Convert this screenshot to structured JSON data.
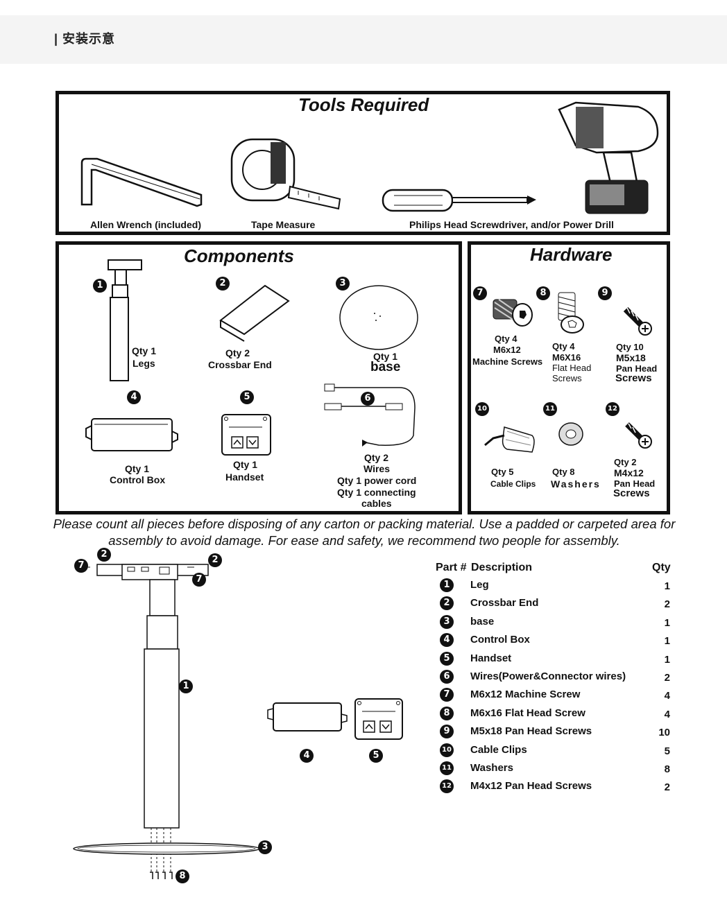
{
  "header": {
    "title": "| 安装示意"
  },
  "tools": {
    "title": "Tools Required",
    "allen": "Allen Wrench (included)",
    "tape": "Tape Measure",
    "driver": "Philips Head Screwdriver, and/or Power Drill"
  },
  "components": {
    "title": "Components",
    "leg": {
      "num": "1",
      "qty": "Qty 1",
      "name": "Legs"
    },
    "crossbar": {
      "num": "2",
      "qty": "Qty 2",
      "name": "Crossbar End"
    },
    "base": {
      "num": "3",
      "qty": "Qty  1",
      "name": "base"
    },
    "control": {
      "num": "4",
      "qty": "Qty 1",
      "name": "Control Box"
    },
    "handset": {
      "num": "5",
      "qty": "Qty 1",
      "name": "Handset"
    },
    "wires": {
      "num": "6",
      "qty": "Qty  2",
      "name": "Wires",
      "line1": "Qty 1 power cord",
      "line2": "Qty 1 connecting",
      "line3": "cables"
    }
  },
  "hardware": {
    "title": "Hardware",
    "h7": {
      "num": "7",
      "qty": "Qty  4",
      "size": "M6x12",
      "name": "Machine Screws"
    },
    "h8": {
      "num": "8",
      "qty": "Qty  4",
      "size": "M6X16",
      "name1": "Flat Head",
      "name2": "Screws"
    },
    "h9": {
      "num": "9",
      "qty": "Qty  10",
      "size": "M5x18",
      "name1": "Pan Head",
      "name2": "Screws"
    },
    "h10": {
      "num": "10",
      "qty": "Qty  5",
      "name": "Cable Clips"
    },
    "h11": {
      "num": "11",
      "qty": "Qty  8",
      "name": "Washers"
    },
    "h12": {
      "num": "12",
      "qty": "Qty  2",
      "size": "M4x12",
      "name1": "Pan Head",
      "name2": "Screws"
    }
  },
  "notice": "Please count all pieces before disposing of any carton or packing material. Use a padded or carpeted area for assembly to avoid damage. For ease and safety, we recommend two people for assembly.",
  "diagram": {
    "n1": "1",
    "n2a": "2",
    "n2b": "2",
    "n3": "3",
    "n4": "4",
    "n5": "5",
    "n7a": "7",
    "n7b": "7",
    "n8": "8"
  },
  "parts": {
    "head_part": "Part #",
    "head_desc": "Description",
    "head_qty": "Qty",
    "rows": [
      {
        "num": "1",
        "desc": "Leg",
        "qty": "1"
      },
      {
        "num": "2",
        "desc": "Crossbar End",
        "qty": "2"
      },
      {
        "num": "3",
        "desc": "base",
        "qty": "1"
      },
      {
        "num": "4",
        "desc": "Control Box",
        "qty": "1"
      },
      {
        "num": "5",
        "desc": "Handset",
        "qty": "1"
      },
      {
        "num": "6",
        "desc": "Wires(Power&Connector wires)",
        "qty": "2"
      },
      {
        "num": "7",
        "desc": "M6x12 Machine Screw",
        "qty": "4"
      },
      {
        "num": "8",
        "desc": "M6x16 Flat Head Screw",
        "qty": "4"
      },
      {
        "num": "9",
        "desc": "M5x18 Pan Head Screws",
        "qty": "10"
      },
      {
        "num": "10",
        "desc": "Cable Clips",
        "qty": "5"
      },
      {
        "num": "11",
        "desc": "Washers",
        "qty": "8"
      },
      {
        "num": "12",
        "desc": "M4x12 Pan Head Screws",
        "qty": "2"
      }
    ]
  }
}
